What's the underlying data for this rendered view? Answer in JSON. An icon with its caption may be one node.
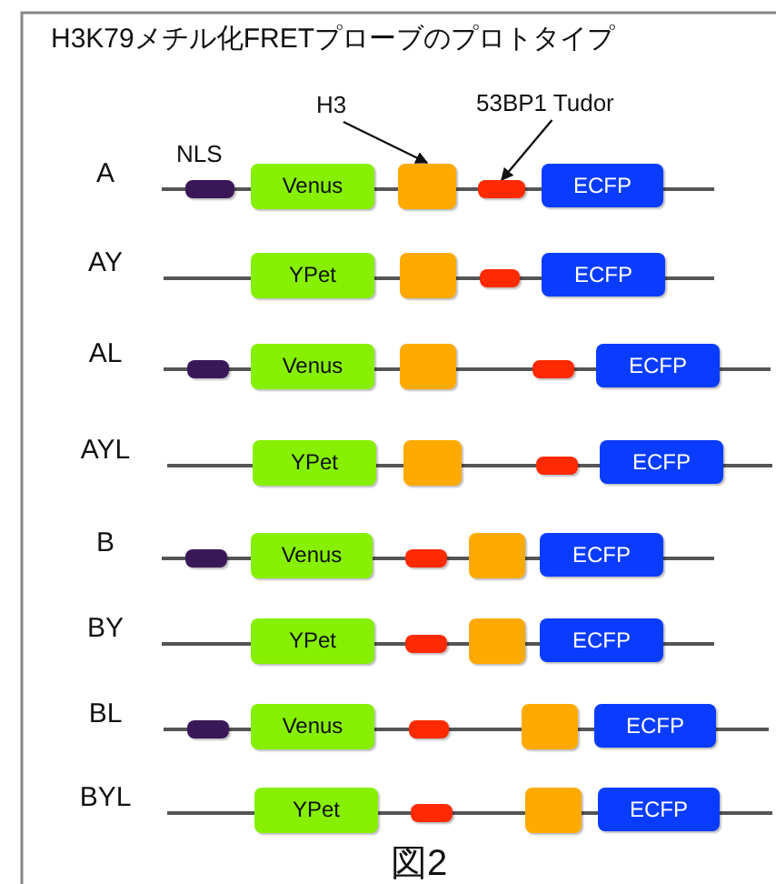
{
  "diagram": {
    "title": "H3K79メチル化FRETプローブのプロトタイプ",
    "caption": "図2",
    "nodes": [
      {
        "text": [
          "H3"
        ]
      },
      {
        "text": [
          "53BP1 Tudor"
        ]
      },
      {
        "text": [],
        "shape": "box",
        "beside": [
          "NLS"
        ]
      },
      {
        "text": [
          "Venus"
        ]
      },
      {
        "text": [],
        "shape": "box"
      },
      {
        "text": [],
        "shape": "box"
      },
      {
        "text": [
          "ECFP"
        ]
      },
      {
        "text": [
          "YPet"
        ]
      },
      {
        "text": [],
        "shape": "box"
      },
      {
        "text": [],
        "shape": "box"
      },
      {
        "text": [
          "ECFP"
        ]
      },
      {
        "text": [],
        "shape": "box"
      },
      {
        "text": [
          "Venus"
        ]
      },
      {
        "text": [],
        "shape": "box"
      },
      {
        "text": [],
        "shape": "box"
      },
      {
        "text": [
          "ECFP"
        ]
      },
      {
        "text": [
          "YPet"
        ]
      },
      {
        "text": [],
        "shape": "box"
      },
      {
        "text": [],
        "shape": "box"
      },
      {
        "text": [
          "ECFP"
        ]
      },
      {
        "text": [],
        "shape": "box"
      },
      {
        "text": [
          "Venus"
        ]
      },
      {
        "text": [],
        "shape": "box"
      },
      {
        "text": [],
        "shape": "box"
      },
      {
        "text": [
          "ECFP"
        ]
      },
      {
        "text": [
          "YPet"
        ]
      },
      {
        "text": [],
        "shape": "box"
      },
      {
        "text": [],
        "shape": "box"
      },
      {
        "text": [
          "ECFP"
        ]
      },
      {
        "text": [],
        "shape": "box"
      },
      {
        "text": [
          "Venus"
        ]
      },
      {
        "text": [],
        "shape": "box"
      },
      {
        "text": [],
        "shape": "box"
      },
      {
        "text": [
          "ECFP"
        ]
      },
      {
        "text": [
          "YPet"
        ]
      },
      {
        "text": [],
        "shape": "box"
      },
      {
        "text": [],
        "shape": "box"
      },
      {
        "text": [
          "ECFP"
        ]
      }
    ],
    "edges": [
      {
        "from": 0,
        "to": 4,
        "arrow": "to"
      },
      {
        "from": 1,
        "to": 5,
        "arrow": "to"
      }
    ],
    "labels": [
      "A",
      "AY",
      "AL",
      "AYL",
      "B",
      "BY",
      "BL",
      "BYL"
    ]
  }
}
